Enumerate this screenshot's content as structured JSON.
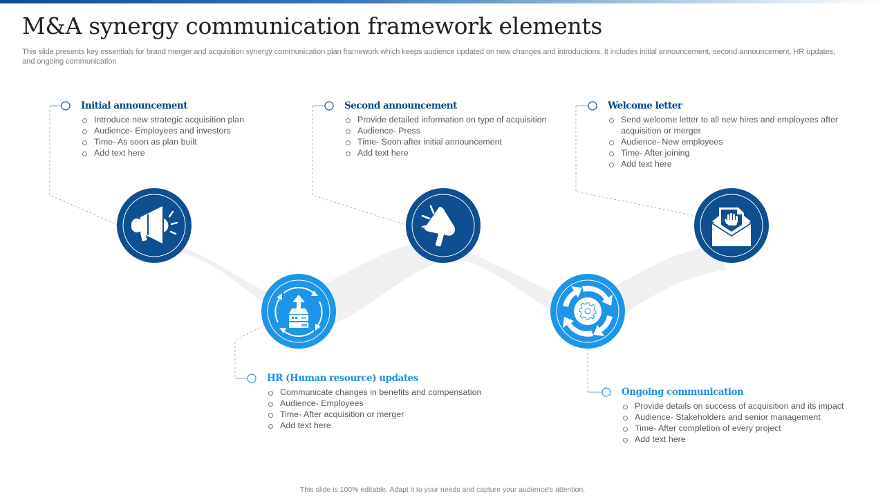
{
  "header": {
    "title": "M&A synergy communication framework elements",
    "subtitle": "This slide presents key essentials for brand merger and acquisition synergy communication plan framework which keeps audience updated on new changes and introductions. It includes initial announcement, second announcement, HR updates, and ongoing communication"
  },
  "colors": {
    "dark_blue": "#0d4f91",
    "light_blue": "#1d95e8",
    "wave_gray": "#f0f0f0",
    "connector_gray": "#b5b5b5"
  },
  "steps": [
    {
      "title": "Initial announcement",
      "icon": "megaphone-icon",
      "bullets": [
        "Introduce new strategic acquisition plan",
        "Audience- Employees and investors",
        "Time- As soon as plan built",
        "Add text here"
      ]
    },
    {
      "title": "HR (Human resource) updates",
      "icon": "upload-server-cycle-icon",
      "bullets": [
        "Communicate changes in benefits and compensation",
        "Audience- Employees",
        "Time- After acquisition or merger",
        "Add text here"
      ]
    },
    {
      "title": "Second announcement",
      "icon": "megaphone-tilted-icon",
      "bullets": [
        "Provide detailed information on type of acquisition",
        "Audience- Press",
        "Time- Soon after initial announcement",
        "Add text here"
      ]
    },
    {
      "title": "Ongoing communication",
      "icon": "gear-cycle-icon",
      "bullets": [
        "Provide details on success of acquisition and its impact",
        "Audience- Stakeholders and senior management",
        "Time- After completion of every project",
        "Add text here"
      ]
    },
    {
      "title": "Welcome letter",
      "icon": "envelope-letter-icon",
      "bullets": [
        "Send welcome letter to all new hires and employees after acquisition or merger",
        "Audience- New employees",
        "Time- After joining",
        "Add text here"
      ]
    }
  ],
  "footer": {
    "note": "This slide is 100% editable. Adapt it to your needs and capture your audience's attention."
  }
}
